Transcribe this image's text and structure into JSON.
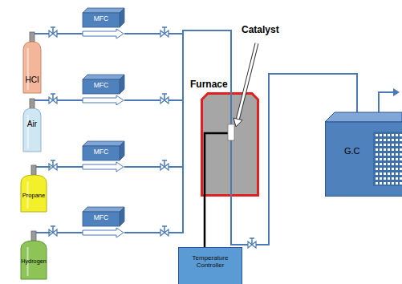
{
  "diagram": {
    "nodes": [
      {
        "text": [
          "HCl"
        ]
      },
      {
        "text": [
          "Air"
        ]
      },
      {
        "text": [
          "Propane"
        ]
      },
      {
        "text": [
          "Hydrogen"
        ]
      },
      {
        "text": [
          "MFC"
        ]
      },
      {
        "text": [
          "MFC"
        ]
      },
      {
        "text": [
          "MFC"
        ]
      },
      {
        "text": [
          "MFC"
        ]
      },
      {
        "text": [
          "Furnace"
        ]
      },
      {
        "text": [
          "G.C"
        ]
      },
      {
        "text": [
          "Temperature Controller"
        ]
      }
    ],
    "edges": [
      {
        "from": 0,
        "to": 4,
        "arrow": "none"
      },
      {
        "from": 1,
        "to": 5,
        "arrow": "none"
      },
      {
        "from": 2,
        "to": 6,
        "arrow": "none"
      },
      {
        "from": 3,
        "to": 7,
        "arrow": "none"
      },
      {
        "from": 4,
        "to": 8,
        "arrow": "none"
      },
      {
        "from": 5,
        "to": 8,
        "arrow": "none"
      },
      {
        "from": 6,
        "to": 8,
        "arrow": "none"
      },
      {
        "from": 7,
        "to": 8,
        "arrow": "none"
      },
      {
        "from": 8,
        "to": 9,
        "arrow": "none"
      },
      {
        "from": 10,
        "to": 8,
        "arrow": "none"
      }
    ],
    "labels": [
      "Catalyst"
    ]
  }
}
